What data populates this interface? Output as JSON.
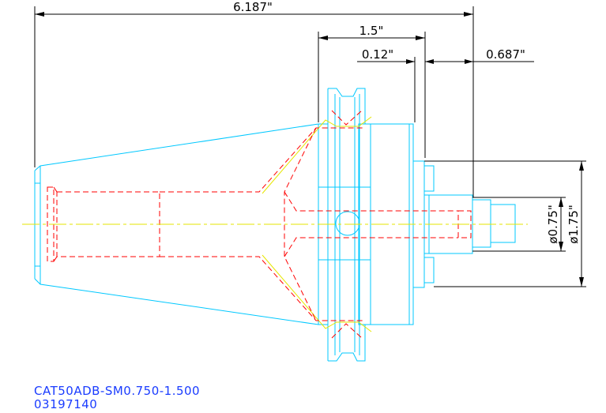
{
  "dimensions": {
    "overall_length": "6.187\"",
    "flange_length": "1.5\"",
    "gap": "0.12\"",
    "projection": "0.687\"",
    "small_diameter": "ø0.75\"",
    "large_diameter": "ø1.75\""
  },
  "title": {
    "part_number": "CAT50ADB-SM0.750-1.500",
    "item_number": "03197140"
  },
  "colors": {
    "outline": "#00c8ff",
    "hidden": "#ff0000",
    "centerline": "#e6e600",
    "dimension": "#000000",
    "title_text": "#1a3cff"
  }
}
